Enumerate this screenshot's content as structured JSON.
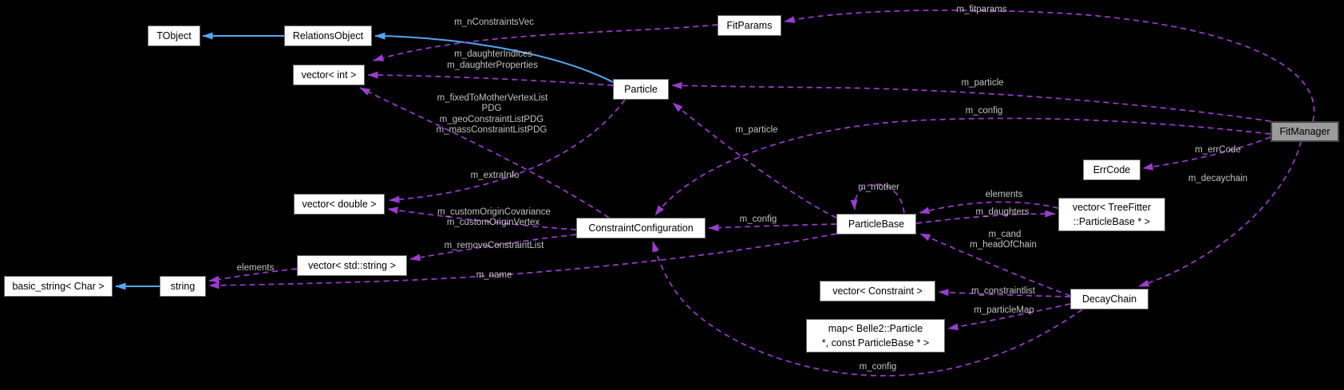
{
  "colors": {
    "background": "#000000",
    "node_fill": "#ffffff",
    "node_border": "#6e6e6e",
    "node_text": "#000000",
    "highlighted_node_fill": "#9b9b9b",
    "highlighted_node_border": "#474747",
    "usage_edge": "#9e3bd2",
    "inheritance_edge": "#56a8f5",
    "edge_label_text": "#c3c3c3"
  },
  "nodes": {
    "tobject": {
      "label": "TObject"
    },
    "relations_object": {
      "label": "RelationsObject"
    },
    "vector_int": {
      "label": "vector< int >"
    },
    "fit_params": {
      "label": "FitParams"
    },
    "particle": {
      "label": "Particle"
    },
    "vector_double": {
      "label": "vector< double >"
    },
    "constraint_configuration": {
      "label": "ConstraintConfiguration"
    },
    "particle_base": {
      "label": "ParticleBase"
    },
    "err_code": {
      "label": "ErrCode"
    },
    "vector_treefitter_particlebase": {
      "label": "vector< TreeFitter",
      "label2": "::ParticleBase * >"
    },
    "decay_chain": {
      "label": "DecayChain"
    },
    "vector_constraint": {
      "label": "vector< Constraint >"
    },
    "map_particle_particlebase": {
      "label": "map< Belle2::Particle",
      "label2": "*, const ParticleBase * >"
    },
    "vector_std_string": {
      "label": "vector< std::string >"
    },
    "string": {
      "label": "string"
    },
    "basic_string_char": {
      "label": "basic_string< Char >"
    },
    "fit_manager": {
      "label": "FitManager"
    }
  },
  "edge_labels": {
    "fitparams": "m_fitparams",
    "n_constraints_vec": "m_nConstraintsVec",
    "daughter_indices": "m_daughterIndices",
    "daughter_properties": "m_daughterProperties",
    "fixed_to_mother_vertex_list": "m_fixedToMotherVertexList",
    "fixed_to_mother_vertex_list_2": "PDG",
    "geo_constraint_list_pdg": "m_geoConstraintListPDG",
    "mass_constraint_list_pdg": "m_massConstraintListPDG",
    "fitmanager_particle": "m_particle",
    "fitmanager_config": "m_config",
    "particlebase_particle": "m_particle",
    "particlebase_config": "m_config",
    "decaychain_config": "m_config",
    "extra_info": "m_extraInfo",
    "custom_origin_covariance": "m_customOriginCovariance",
    "custom_origin_vertex": "m_customOriginVertex",
    "remove_constraint_list": "m_removeConstraintList",
    "name": "m_name",
    "elements_string": "elements",
    "elements_particlebase": "elements",
    "mother": "m_mother",
    "daughters": "m_daughters",
    "cand": "m_cand",
    "head_of_chain": "m_headOfChain",
    "err_code": "m_errCode",
    "decaychain": "m_decaychain",
    "constraintlist": "m_constraintlist",
    "particle_map": "m_particleMap"
  }
}
